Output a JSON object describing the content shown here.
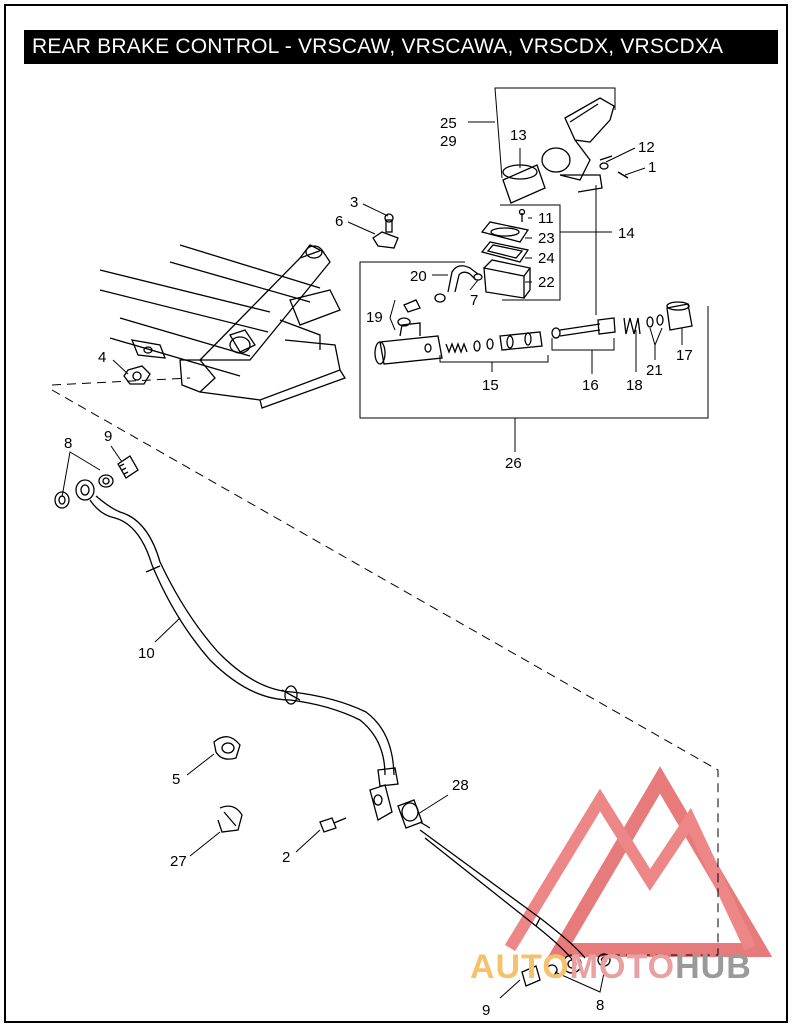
{
  "title": "REAR BRAKE CONTROL - VRSCAW, VRSCAWA, VRSCDX, VRSCDXA",
  "watermark": {
    "part1": "AUTO",
    "part2": "MOTO",
    "part3": "HUB"
  },
  "colors": {
    "watermark_red": "#e05050",
    "watermark_orange": "#f5c26b",
    "watermark_gray": "#9a9a9a"
  },
  "callouts": {
    "c25": "25",
    "c29": "29",
    "c13": "13",
    "c12": "12",
    "c1": "1",
    "c3": "3",
    "c6": "6",
    "c11": "11",
    "c23": "23",
    "c14": "14",
    "c24": "24",
    "c20": "20",
    "c22": "22",
    "c7": "7",
    "c19": "19",
    "c15": "15",
    "c16": "16",
    "c18": "18",
    "c21": "21",
    "c17": "17",
    "c26": "26",
    "c4": "4",
    "c8a": "8",
    "c9a": "9",
    "c10": "10",
    "c5": "5",
    "c28": "28",
    "c2": "2",
    "c27": "27",
    "c9b": "9",
    "c8b": "8"
  }
}
